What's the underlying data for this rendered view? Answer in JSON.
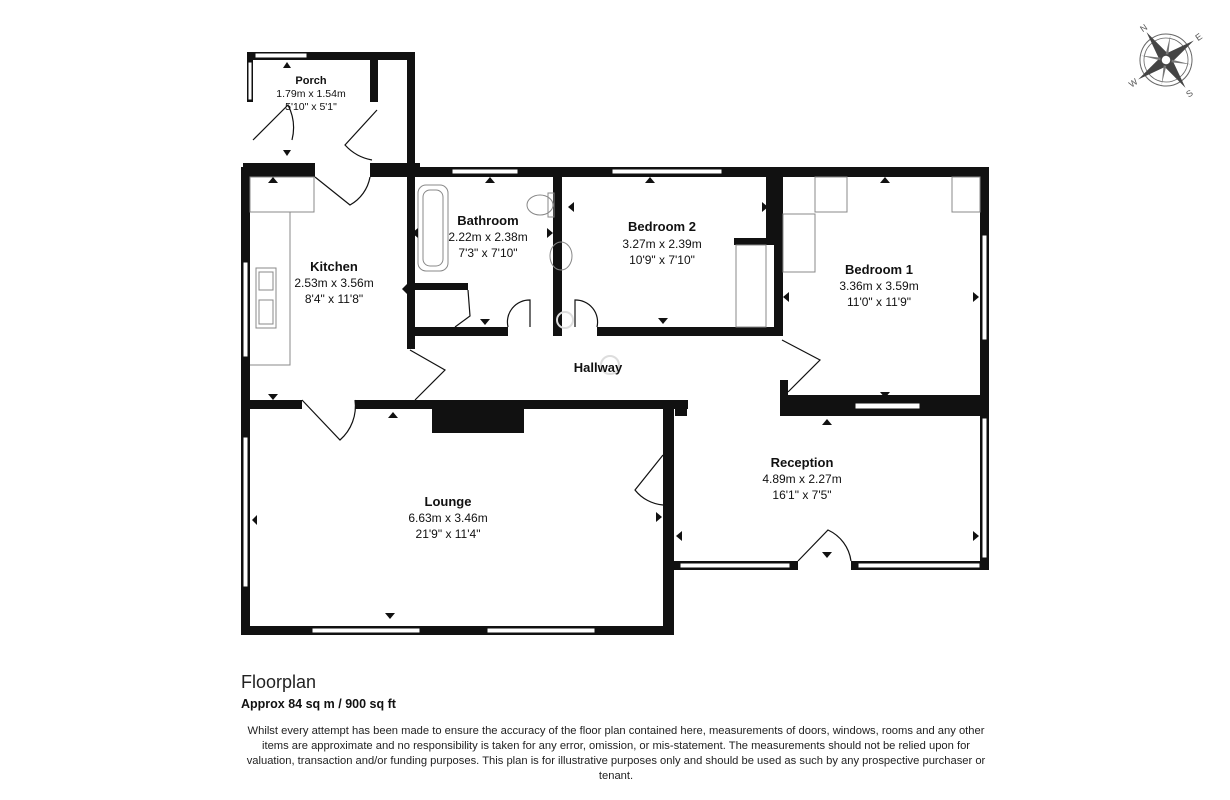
{
  "rooms": {
    "porch": {
      "name": "Porch",
      "metric": "1.79m x 1.54m",
      "imperial": "5'10\" x 5'1\""
    },
    "bathroom": {
      "name": "Bathroom",
      "metric": "2.22m x 2.38m",
      "imperial": "7'3\" x 7'10\""
    },
    "bedroom2": {
      "name": "Bedroom 2",
      "metric": "3.27m x 2.39m",
      "imperial": "10'9\" x 7'10\""
    },
    "bedroom1": {
      "name": "Bedroom 1",
      "metric": "3.36m x 3.59m",
      "imperial": "11'0\" x 11'9\""
    },
    "kitchen": {
      "name": "Kitchen",
      "metric": "2.53m x 3.56m",
      "imperial": "8'4\" x 11'8\""
    },
    "hallway": {
      "name": "Hallway"
    },
    "lounge": {
      "name": "Lounge",
      "metric": "6.63m x 3.46m",
      "imperial": "21'9\" x 11'4\""
    },
    "reception": {
      "name": "Reception",
      "metric": "4.89m x 2.27m",
      "imperial": "16'1\" x 7'5\""
    }
  },
  "compass": {
    "letters": [
      "N",
      "E",
      "S",
      "W"
    ],
    "icon": "compass-rose-icon"
  },
  "footer": {
    "title": "Floorplan",
    "area": "Approx 84 sq m / 900 sq ft",
    "disclaimer": "Whilst every attempt has been made to ensure the accuracy of the floor plan contained here, measurements of doors, windows, rooms and any other items are approximate and no responsibility is taken for any error, omission, or mis-statement. The measurements should not be relied upon for valuation, transaction and/or funding purposes. This plan is for illustrative purposes only and should be used as such by any prospective purchaser or tenant."
  },
  "colors": {
    "wall": "#111111",
    "window": "#ffffff",
    "fixture": "#999999"
  }
}
